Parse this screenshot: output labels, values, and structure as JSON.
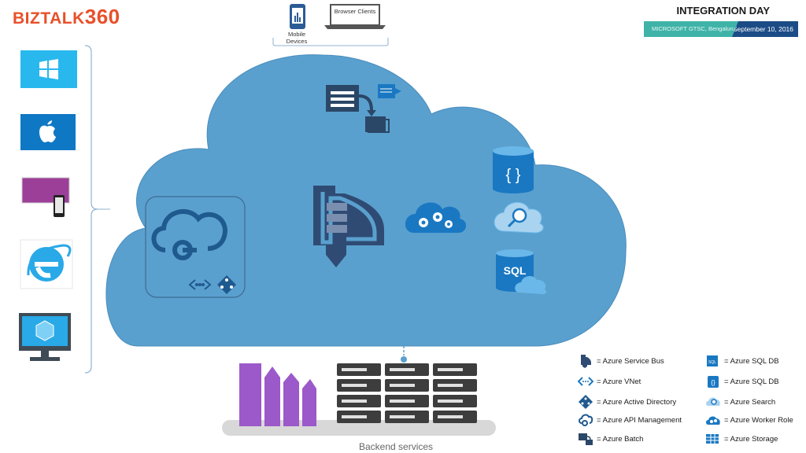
{
  "header": {
    "logo_text": "BIZTALK",
    "logo_number": "360",
    "event_title": "INTEGRATION DAY",
    "venue": "MICROSOFT GTSC, Bengaluru",
    "date": "September 10, 2016"
  },
  "clients": {
    "mobile_label_line1": "Mobile",
    "mobile_label_line2": "Devices",
    "browser_label": "Browser Clients"
  },
  "devices": [
    "windows-tile-icon",
    "apple-tile-icon",
    "windows-phone-device-icon",
    "internet-explorer-icon",
    "azure-monitor-icon"
  ],
  "backend": {
    "label": "Backend services"
  },
  "legend": [
    {
      "icon": "service-bus-icon",
      "label": "= Azure Service Bus"
    },
    {
      "icon": "vnet-icon",
      "label": "= Azure VNet"
    },
    {
      "icon": "active-directory-icon",
      "label": "= Azure Active Directory"
    },
    {
      "icon": "api-management-icon",
      "label": "= Azure API Management"
    },
    {
      "icon": "batch-icon",
      "label": "= Azure Batch"
    },
    {
      "icon": "sql-db-icon",
      "label": "= Azure SQL DB"
    },
    {
      "icon": "document-db-icon",
      "label": "= Azure SQL DB"
    },
    {
      "icon": "search-icon",
      "label": "= Azure Search"
    },
    {
      "icon": "worker-role-icon",
      "label": "= Azure Worker Role"
    },
    {
      "icon": "storage-icon",
      "label": "= Azure Storage"
    }
  ],
  "colors": {
    "cloud": "#5aa0ce",
    "cloud_dark": "#4a8dbd",
    "accent_orange": "#e8502a",
    "teal": "#3fb3a8",
    "navy": "#1b4c86",
    "azure_blue": "#1a78c2"
  },
  "sql_text": "SQL"
}
